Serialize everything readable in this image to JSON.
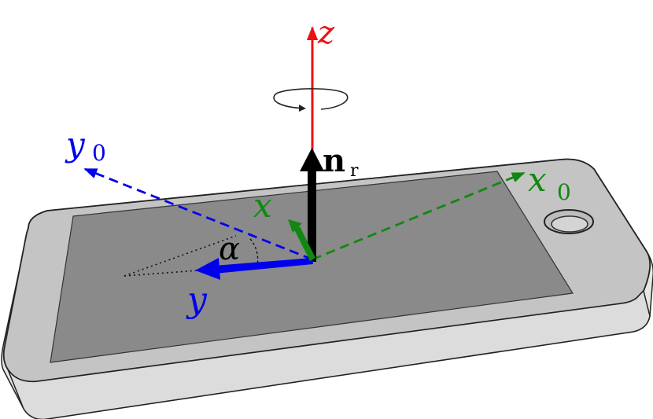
{
  "labels": {
    "z": "z",
    "y0_base": "y",
    "y0_sub": "0",
    "x0_base": "x",
    "x0_sub": "0",
    "x": "x",
    "y": "y",
    "n_base": "n",
    "n_sub": "r",
    "alpha": "α"
  },
  "colors": {
    "z_axis": "#ee1111",
    "y_axes": "#0000ee",
    "x_axes": "#118811",
    "normal": "#000000",
    "screen": "#8a8a8a",
    "body": "#c8c8c8",
    "body_edge": "#e0e0e0"
  },
  "icons": {
    "rotation": "rotation-arrow-icon",
    "home_button": "home-button-icon"
  }
}
